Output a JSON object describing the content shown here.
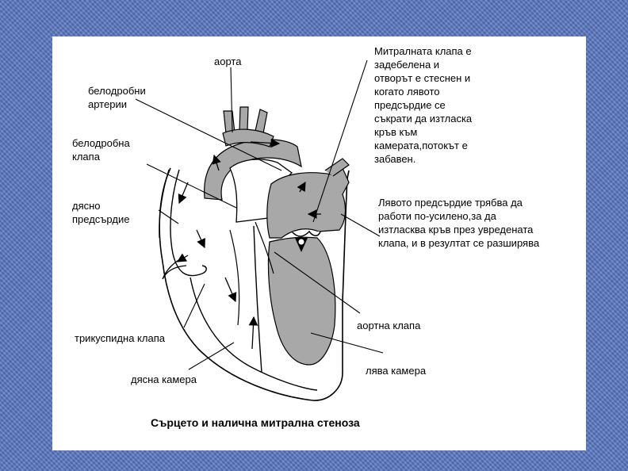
{
  "labels": {
    "aorta": "аорта",
    "pulmonary_arteries": "белодробни\nартерии",
    "pulmonary_valve": "белодробна\nклапа",
    "right_atrium": "дясно\nпредсърдие",
    "tricuspid_valve": "трикуспидна клапа",
    "right_ventricle": "дясна камера",
    "aortic_valve": "аортна клапа",
    "left_ventricle": "лява камера"
  },
  "notes": {
    "mitral_valve": "Митралната клапа е\nзадебелена и\nотворът е стеснен и\nкогато лявото\nпредсърдие се\nсъкрати да изтласка\nкръв към\nкамерата,потокът е\nзабавен.",
    "left_atrium": "Лявото предсърдие трябва да\nработи по-усилено,за да\nизтласква кръв през увредената\nклапа, и в резултат се разширява"
  },
  "caption": "Сърцето и налична митрална стеноза",
  "colors": {
    "background": "#5b79c2",
    "panel": "#ffffff",
    "left_heart_fill": "#a8a8a8",
    "outline": "#000000"
  }
}
